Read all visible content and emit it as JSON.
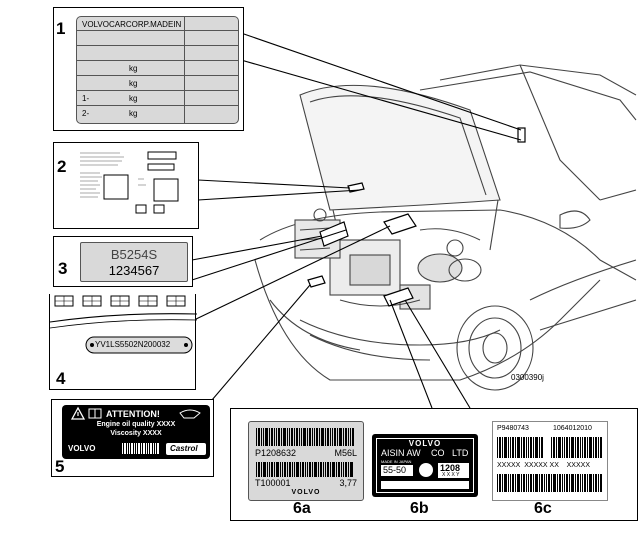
{
  "figure_code": "0300390j",
  "colors": {
    "plate_gray": "#d9d9d9",
    "label_black": "#000000",
    "line": "#000000"
  },
  "panel1": {
    "number": "1",
    "header": "VOLVOCARCORP.MADEIN",
    "rows": [
      {
        "prefix": "",
        "unit": ""
      },
      {
        "prefix": "",
        "unit": ""
      },
      {
        "prefix": "",
        "unit": "kg"
      },
      {
        "prefix": "",
        "unit": "kg"
      },
      {
        "prefix": "1-",
        "unit": "kg"
      },
      {
        "prefix": "2-",
        "unit": "kg"
      }
    ]
  },
  "panel2": {
    "number": "2"
  },
  "panel3": {
    "number": "3",
    "line1": "B5254S",
    "line2": "1234567"
  },
  "panel4": {
    "number": "4",
    "vin": "YV1LS5502N200032"
  },
  "panel5": {
    "number": "5",
    "title": "ATTENTION!",
    "line1": "Engine oil quality XXXX",
    "line2": "Viscosity XXXX",
    "brand": "VOLVO",
    "oil_brand": "Castrol"
  },
  "panel6": {
    "a": {
      "caption": "6a",
      "code": "P1208632",
      "model": "M56L",
      "serial": "T100001",
      "value": "3,77",
      "brand": "VOLVO"
    },
    "b": {
      "caption": "6b",
      "brand": "VOLVO",
      "maker": "AISIN AW",
      "co": "CO",
      "ltd": "LTD",
      "made_in": "MADE IN JAPAN",
      "model": "55-50",
      "code": "1208",
      "code_sub": "X X X Y"
    },
    "c": {
      "caption": "6c",
      "code_left": "P9480743",
      "code_right": "1064012010",
      "row_text": "XXXXX  XXXXX XX    XXXXX"
    }
  }
}
